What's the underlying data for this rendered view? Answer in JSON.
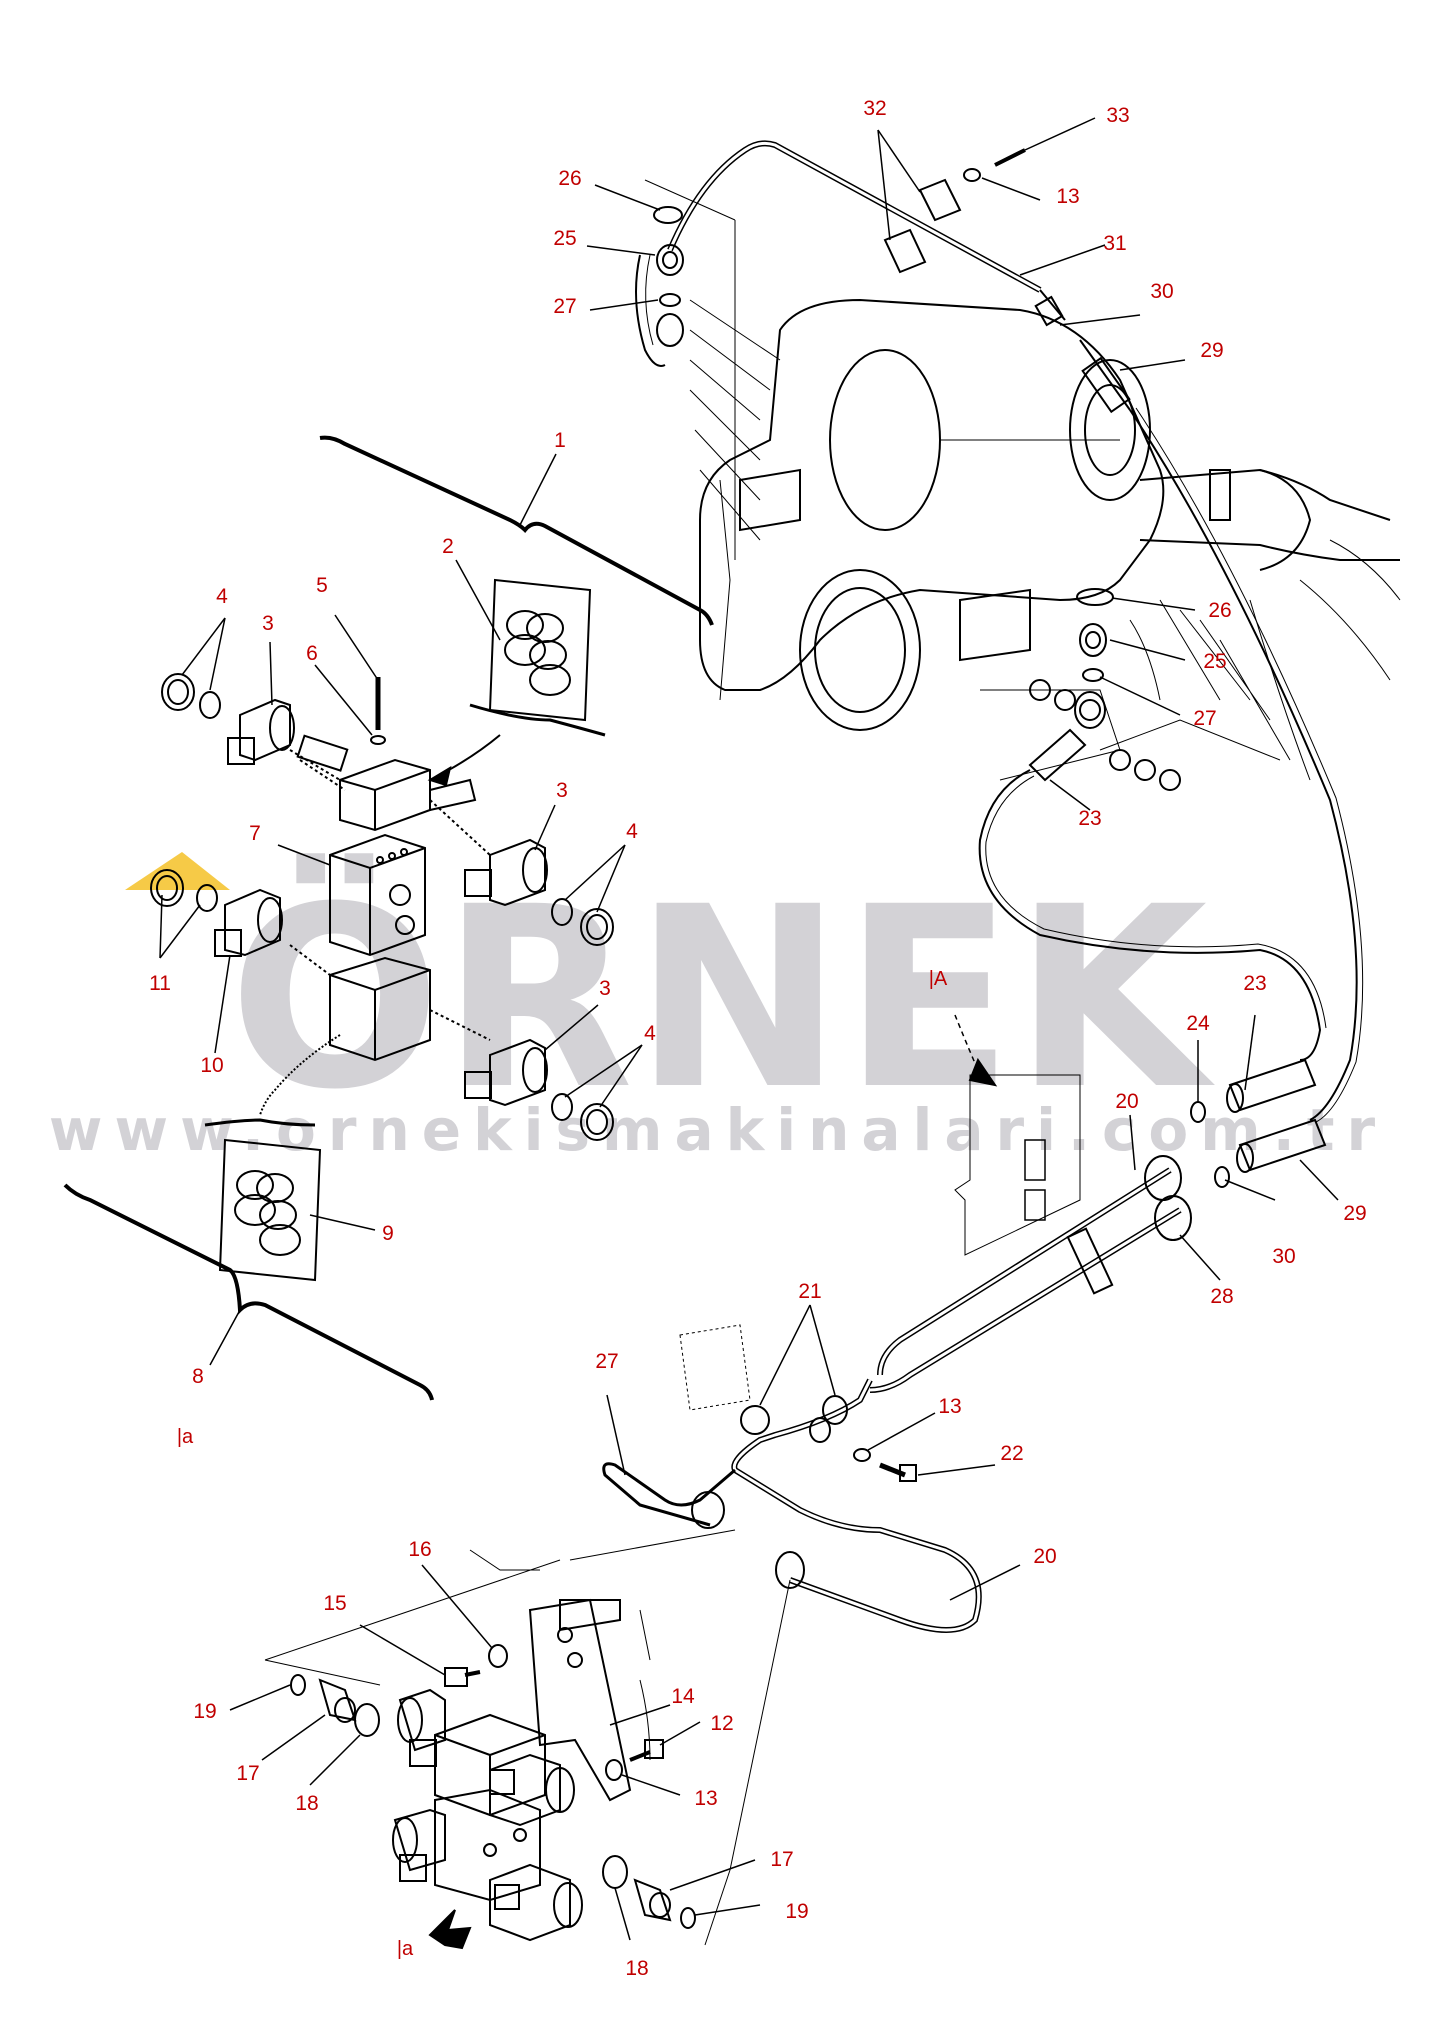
{
  "diagram": {
    "watermark": {
      "brand": "ÖRNEK",
      "url": "www.ornekismakinalari.com.tr",
      "brand_color": "#d3d2d6",
      "accent_color": "#f5c433"
    },
    "label_color": "#c00000",
    "line_color": "#000000",
    "callouts": [
      "1",
      "2",
      "3",
      "3",
      "3",
      "4",
      "4",
      "4",
      "5",
      "6",
      "7",
      "8",
      "9",
      "10",
      "11",
      "12",
      "13",
      "13",
      "13",
      "14",
      "15",
      "16",
      "17",
      "17",
      "18",
      "18",
      "19",
      "19",
      "20",
      "20",
      "21",
      "22",
      "23",
      "23",
      "24",
      "25",
      "25",
      "26",
      "26",
      "27",
      "27",
      "27",
      "28",
      "29",
      "29",
      "30",
      "30",
      "31",
      "32",
      "33"
    ],
    "view_refs": [
      "|A",
      "|a",
      "|a"
    ]
  }
}
